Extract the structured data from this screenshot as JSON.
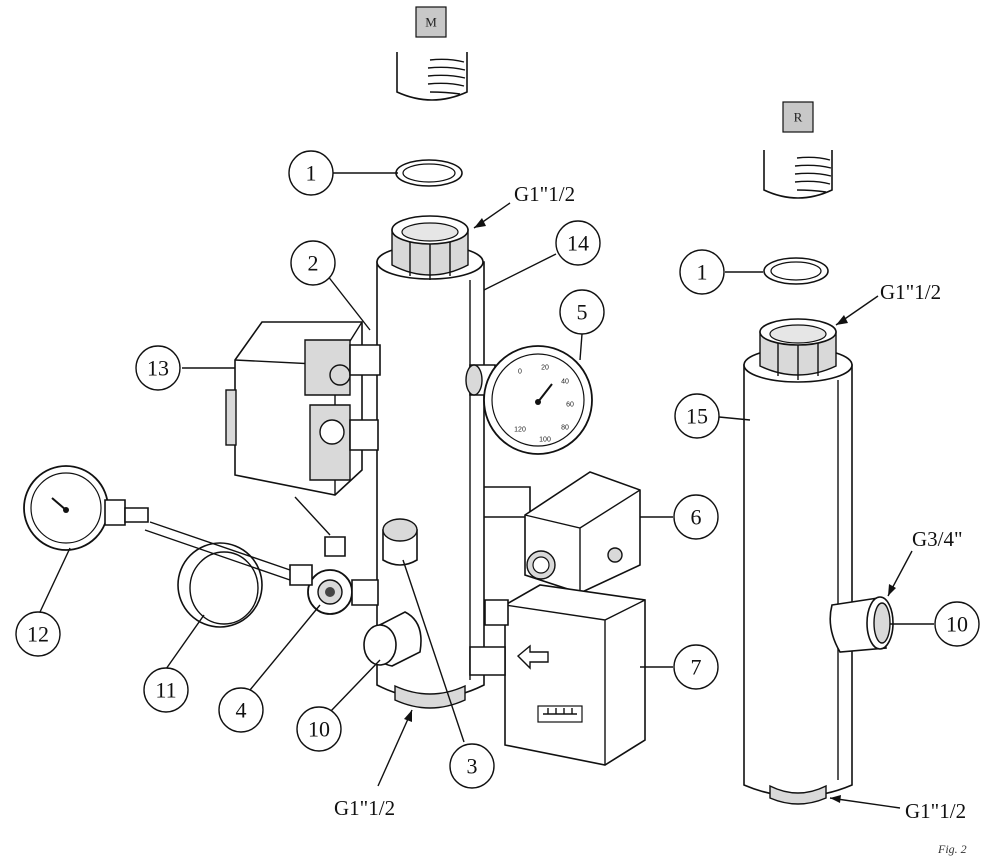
{
  "tags": {
    "m": "M",
    "r": "R"
  },
  "callouts": {
    "c1a": "1",
    "c2": "2",
    "c14": "14",
    "c5": "5",
    "c13": "13",
    "c6": "6",
    "c7": "7",
    "c12": "12",
    "c11": "11",
    "c4": "4",
    "c10a": "10",
    "c3": "3",
    "c1b": "1",
    "c15": "15",
    "c10b": "10"
  },
  "threads": {
    "m_top": "G1\"1/2",
    "m_bottom": "G1\"1/2",
    "r_top": "G1\"1/2",
    "r_side": "G3/4\"",
    "r_bottom": "G1\"1/2"
  },
  "figure_label": "Fig. 2",
  "gauge_ticks": [
    "0",
    "20",
    "40",
    "60",
    "80",
    "100",
    "120"
  ]
}
